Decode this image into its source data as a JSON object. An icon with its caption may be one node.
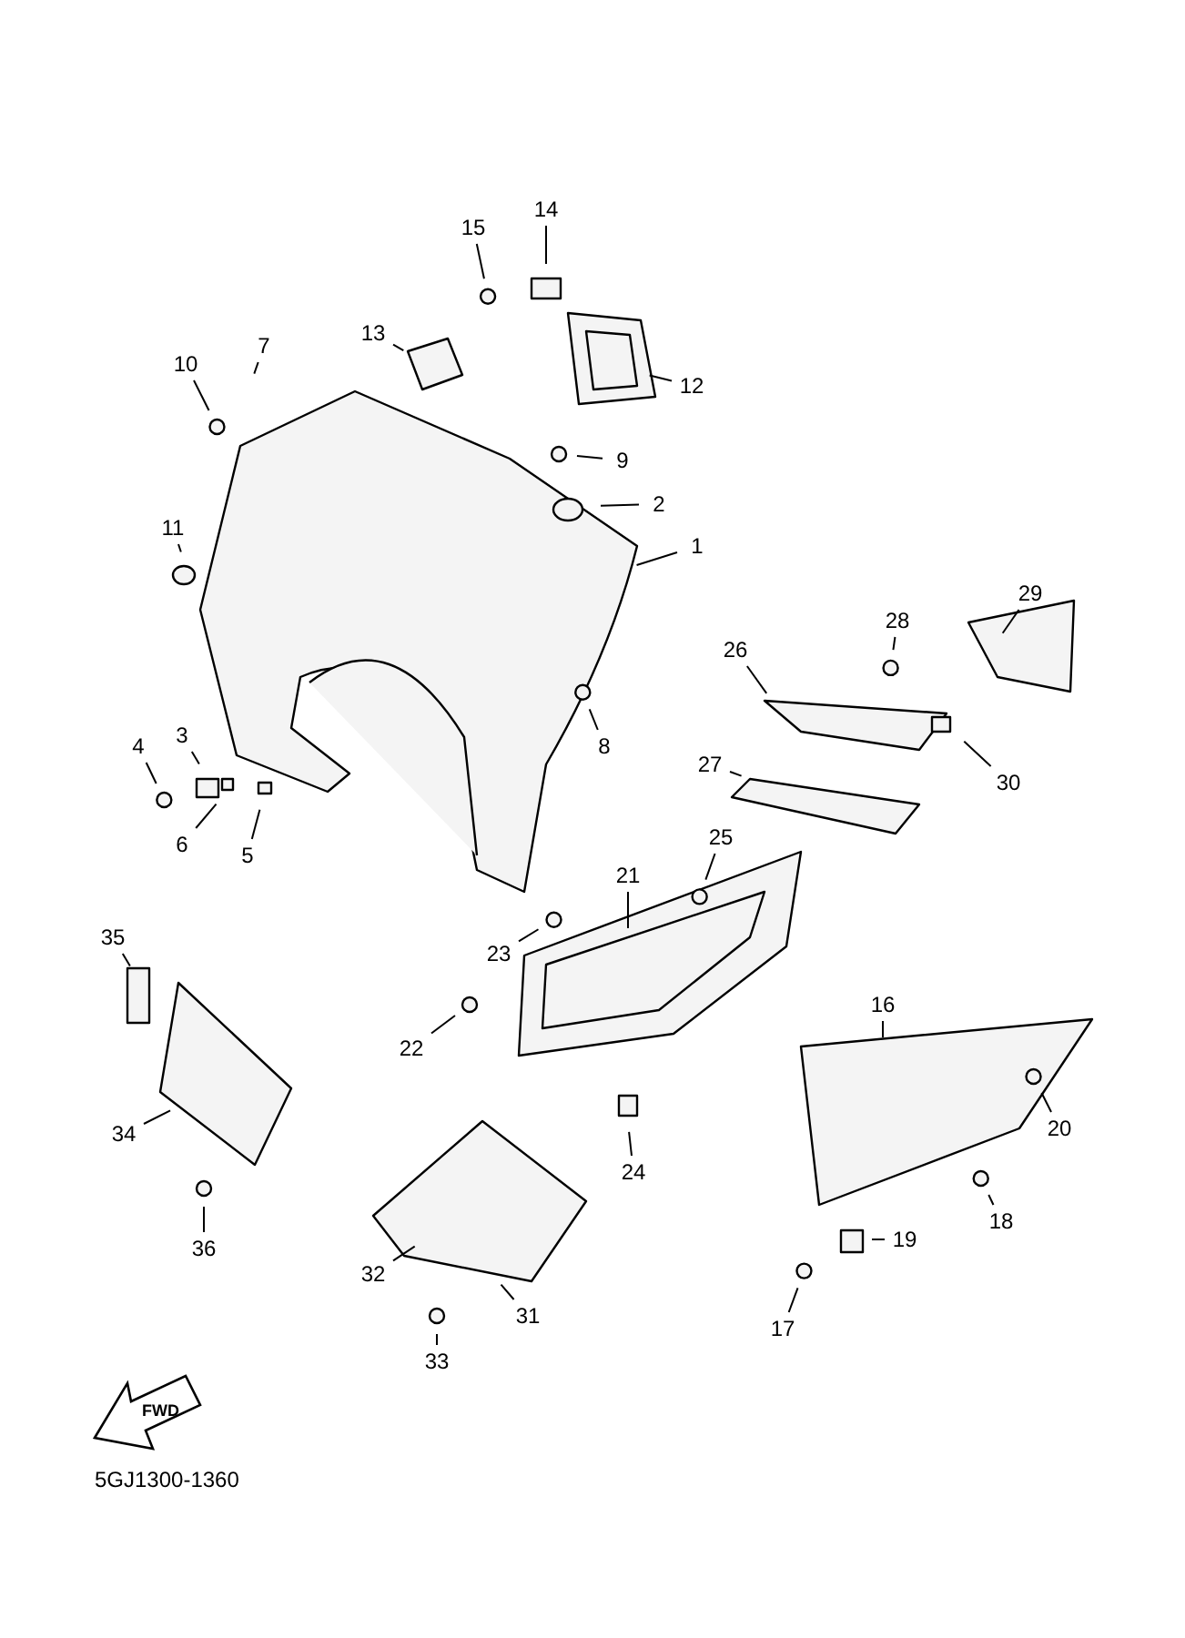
{
  "diagram": {
    "nodes": [
      {
        "text": [
          "14"
        ]
      },
      {
        "text": [
          "15"
        ]
      },
      {
        "text": [
          "7"
        ]
      },
      {
        "text": [
          "13"
        ]
      },
      {
        "text": [
          "10"
        ]
      },
      {
        "text": [
          "12"
        ]
      },
      {
        "text": [
          "9"
        ]
      },
      {
        "text": [
          "2"
        ]
      },
      {
        "text": [
          "11"
        ]
      },
      {
        "text": [
          "1"
        ]
      },
      {
        "text": [
          "29"
        ]
      },
      {
        "text": [
          "28"
        ]
      },
      {
        "text": [
          "26"
        ]
      },
      {
        "text": [
          "3"
        ]
      },
      {
        "text": [
          "8"
        ]
      },
      {
        "text": [
          "4"
        ]
      },
      {
        "text": [
          "27"
        ]
      },
      {
        "text": [
          "30"
        ]
      },
      {
        "text": [
          "6"
        ]
      },
      {
        "text": [
          "5"
        ]
      },
      {
        "text": [
          "25"
        ]
      },
      {
        "text": [
          "21"
        ]
      },
      {
        "text": [
          "35"
        ]
      },
      {
        "text": [
          "23"
        ]
      },
      {
        "text": [
          "16"
        ]
      },
      {
        "text": [
          "22"
        ]
      },
      {
        "text": [
          "20"
        ]
      },
      {
        "text": [
          "34"
        ]
      },
      {
        "text": [
          "24"
        ]
      },
      {
        "text": [
          "18"
        ]
      },
      {
        "text": [
          "19"
        ]
      },
      {
        "text": [
          "36"
        ]
      },
      {
        "text": [
          "32"
        ]
      },
      {
        "text": [
          "31"
        ]
      },
      {
        "text": [
          "17"
        ]
      },
      {
        "text": [
          "33"
        ]
      }
    ],
    "edges": [
      {
        "from": 0,
        "to": null,
        "arrow": "none"
      },
      {
        "from": 1,
        "to": null,
        "arrow": "none"
      },
      {
        "from": 2,
        "to": null,
        "arrow": "none"
      },
      {
        "from": 3,
        "to": null,
        "arrow": "none"
      },
      {
        "from": 4,
        "to": null,
        "arrow": "none"
      },
      {
        "from": 5,
        "to": null,
        "arrow": "none"
      },
      {
        "from": 6,
        "to": null,
        "arrow": "none"
      },
      {
        "from": 7,
        "to": null,
        "arrow": "none"
      },
      {
        "from": 8,
        "to": null,
        "arrow": "none"
      },
      {
        "from": 9,
        "to": null,
        "arrow": "none"
      },
      {
        "from": 10,
        "to": null,
        "arrow": "none"
      },
      {
        "from": 11,
        "to": null,
        "arrow": "none"
      },
      {
        "from": 12,
        "to": null,
        "arrow": "none"
      },
      {
        "from": 13,
        "to": null,
        "arrow": "none"
      },
      {
        "from": 14,
        "to": null,
        "arrow": "none"
      },
      {
        "from": 15,
        "to": null,
        "arrow": "none"
      },
      {
        "from": 16,
        "to": null,
        "arrow": "none"
      },
      {
        "from": 17,
        "to": null,
        "arrow": "none"
      },
      {
        "from": 18,
        "to": null,
        "arrow": "none"
      },
      {
        "from": 19,
        "to": null,
        "arrow": "none"
      },
      {
        "from": 20,
        "to": null,
        "arrow": "none"
      },
      {
        "from": 21,
        "to": null,
        "arrow": "none"
      },
      {
        "from": 22,
        "to": null,
        "arrow": "none"
      },
      {
        "from": 23,
        "to": null,
        "arrow": "none"
      },
      {
        "from": 24,
        "to": null,
        "arrow": "none"
      },
      {
        "from": 25,
        "to": null,
        "arrow": "none"
      },
      {
        "from": 26,
        "to": null,
        "arrow": "none"
      },
      {
        "from": 27,
        "to": null,
        "arrow": "none"
      },
      {
        "from": 28,
        "to": null,
        "arrow": "none"
      },
      {
        "from": 29,
        "to": null,
        "arrow": "none"
      },
      {
        "from": 30,
        "to": null,
        "arrow": "none"
      },
      {
        "from": 31,
        "to": null,
        "arrow": "none"
      },
      {
        "from": 32,
        "to": null,
        "arrow": "none"
      },
      {
        "from": 33,
        "to": null,
        "arrow": "none"
      },
      {
        "from": 34,
        "to": null,
        "arrow": "none"
      },
      {
        "from": 35,
        "to": null,
        "arrow": "none"
      }
    ],
    "labels": [
      "FWD",
      "5GJ1300-1360"
    ]
  }
}
